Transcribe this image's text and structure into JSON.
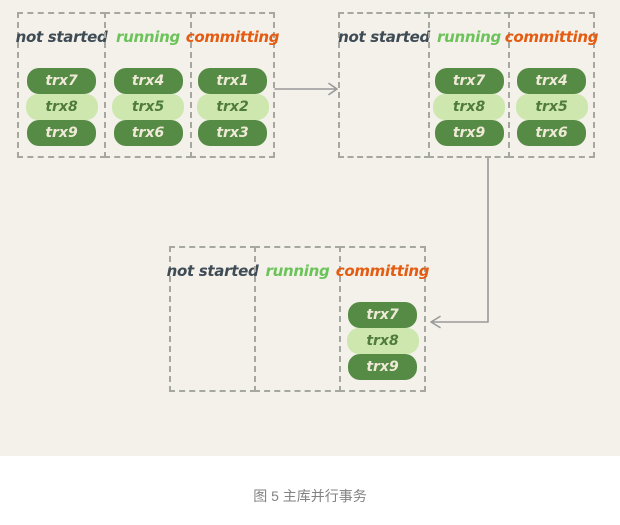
{
  "page": {
    "caption": "图 5 主库并行事务"
  },
  "colors": {
    "diagram_background": "#f3f1ea",
    "page_background": "#ffffff",
    "not_started_label": "#3f4b55",
    "running_label": "#6cc35a",
    "committing_label": "#e45c12",
    "pill_dark": "#568b45",
    "pill_light": "#cee7af",
    "pill_dark_text": "#efead7",
    "pill_light_text": "#4f7c3c",
    "dashed_border": "#a7a7a2",
    "arrow": "#999999",
    "caption_text": "#828282"
  },
  "diagram": {
    "groups": [
      {
        "columns": [
          {
            "label": "not started",
            "pills": [
              {
                "text": "trx7",
                "tone": "dark"
              },
              {
                "text": "trx8",
                "tone": "light"
              },
              {
                "text": "trx9",
                "tone": "dark"
              }
            ]
          },
          {
            "label": "running",
            "pills": [
              {
                "text": "trx4",
                "tone": "dark"
              },
              {
                "text": "trx5",
                "tone": "light"
              },
              {
                "text": "trx6",
                "tone": "dark"
              }
            ]
          },
          {
            "label": "committing",
            "pills": [
              {
                "text": "trx1",
                "tone": "dark"
              },
              {
                "text": "trx2",
                "tone": "light"
              },
              {
                "text": "trx3",
                "tone": "dark"
              }
            ]
          }
        ]
      },
      {
        "columns": [
          {
            "label": "not started",
            "pills": []
          },
          {
            "label": "running",
            "pills": [
              {
                "text": "trx7",
                "tone": "dark"
              },
              {
                "text": "trx8",
                "tone": "light"
              },
              {
                "text": "trx9",
                "tone": "dark"
              }
            ]
          },
          {
            "label": "committing",
            "pills": [
              {
                "text": "trx4",
                "tone": "dark"
              },
              {
                "text": "trx5",
                "tone": "light"
              },
              {
                "text": "trx6",
                "tone": "dark"
              }
            ]
          }
        ]
      },
      {
        "columns": [
          {
            "label": "not started",
            "pills": []
          },
          {
            "label": "running",
            "pills": []
          },
          {
            "label": "committing",
            "pills": [
              {
                "text": "trx7",
                "tone": "dark"
              },
              {
                "text": "trx8",
                "tone": "light"
              },
              {
                "text": "trx9",
                "tone": "dark"
              }
            ]
          }
        ]
      }
    ]
  }
}
